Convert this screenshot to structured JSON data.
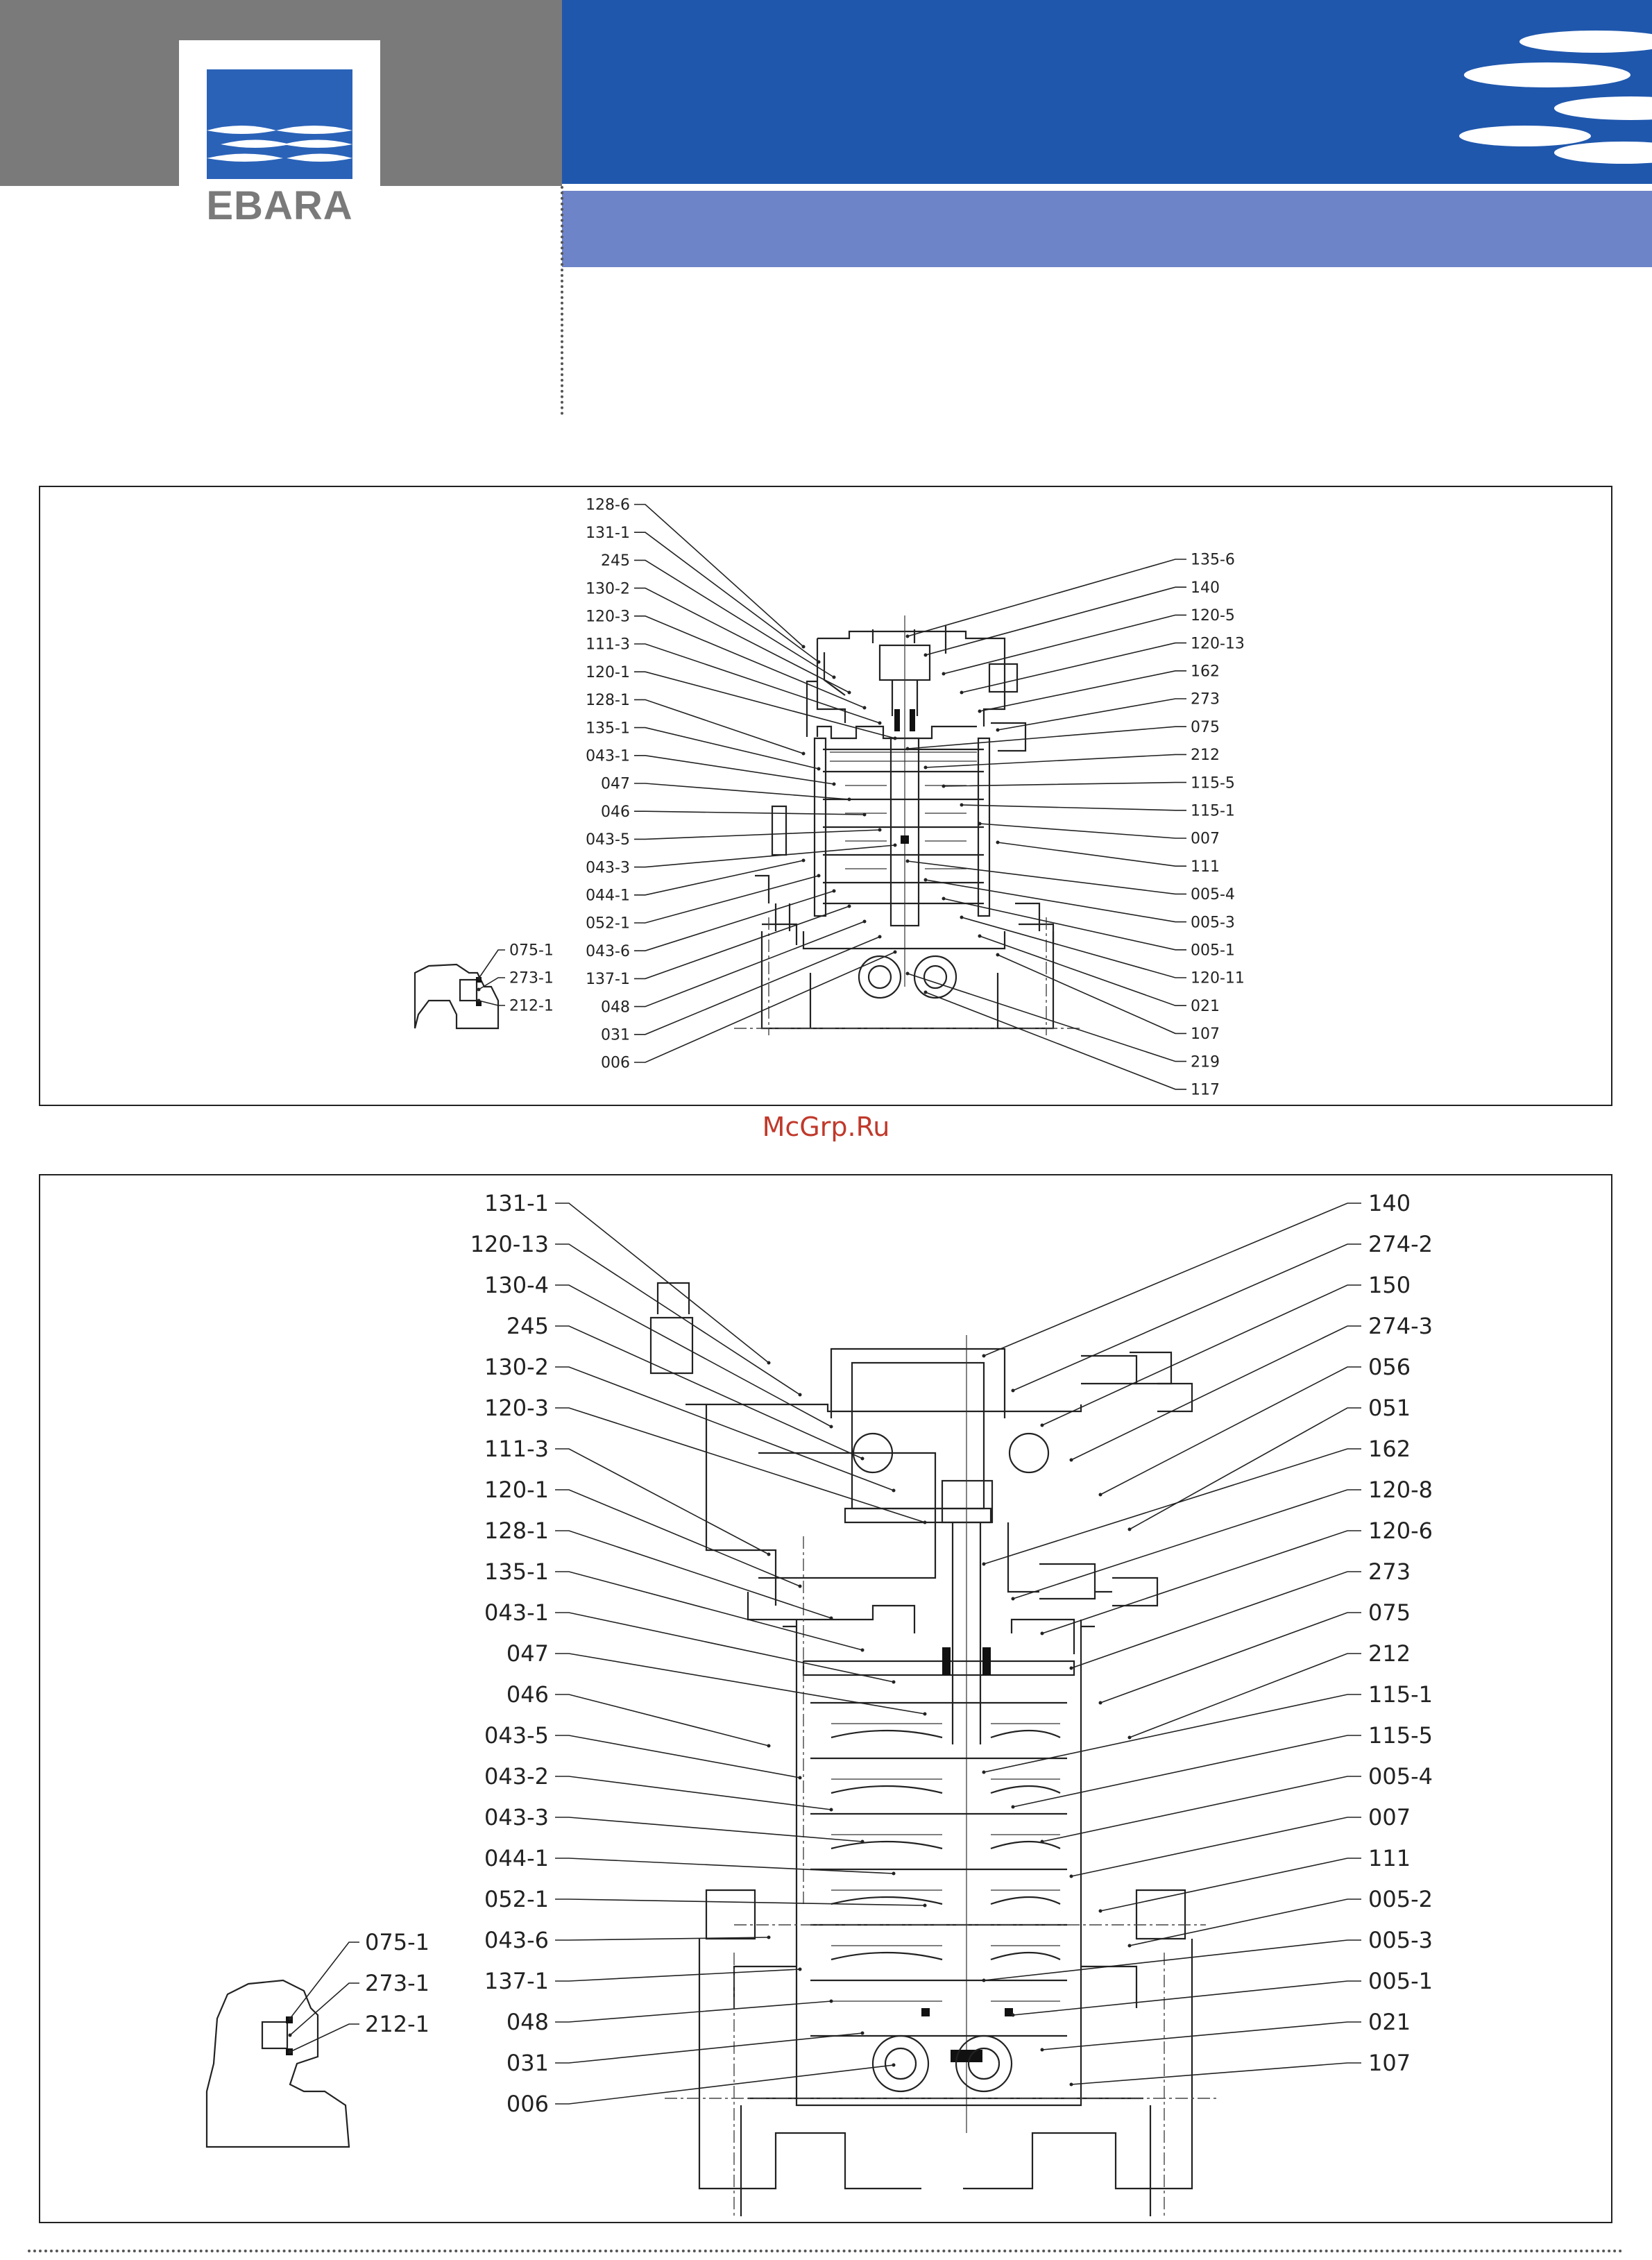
{
  "header": {
    "logo_text": "EBARA",
    "colors": {
      "gray_band": "#7a7a7a",
      "blue_band": "#1f57ad",
      "light_band": "#6e84c8",
      "logo_blue": "#2a62b8"
    }
  },
  "watermark": "McGrp.Ru",
  "diagram_top": {
    "left_labels": [
      "128-6",
      "131-1",
      "245",
      "130-2",
      "120-3",
      "111-3",
      "120-1",
      "128-1",
      "135-1",
      "043-1",
      "047",
      "046",
      "043-5",
      "043-3",
      "044-1",
      "052-1",
      "043-6",
      "137-1",
      "048",
      "031",
      "006"
    ],
    "right_labels": [
      "135-6",
      "140",
      "120-5",
      "120-13",
      "162",
      "273",
      "075",
      "212",
      "115-5",
      "115-1",
      "007",
      "111",
      "005-4",
      "005-3",
      "005-1",
      "120-11",
      "021",
      "107",
      "219",
      "117"
    ],
    "detail_labels": [
      "075-1",
      "273-1",
      "212-1"
    ]
  },
  "diagram_bottom": {
    "left_labels": [
      "131-1",
      "120-13",
      "130-4",
      "245",
      "130-2",
      "120-3",
      "111-3",
      "120-1",
      "128-1",
      "135-1",
      "043-1",
      "047",
      "046",
      "043-5",
      "043-2",
      "043-3",
      "044-1",
      "052-1",
      "043-6",
      "137-1",
      "048",
      "031",
      "006"
    ],
    "right_labels": [
      "140",
      "274-2",
      "150",
      "274-3",
      "056",
      "051",
      "162",
      "120-8",
      "120-6",
      "273",
      "075",
      "212",
      "115-1",
      "115-5",
      "005-4",
      "007",
      "111",
      "005-2",
      "005-3",
      "005-1",
      "021",
      "107"
    ],
    "detail_labels": [
      "075-1",
      "273-1",
      "212-1"
    ]
  }
}
